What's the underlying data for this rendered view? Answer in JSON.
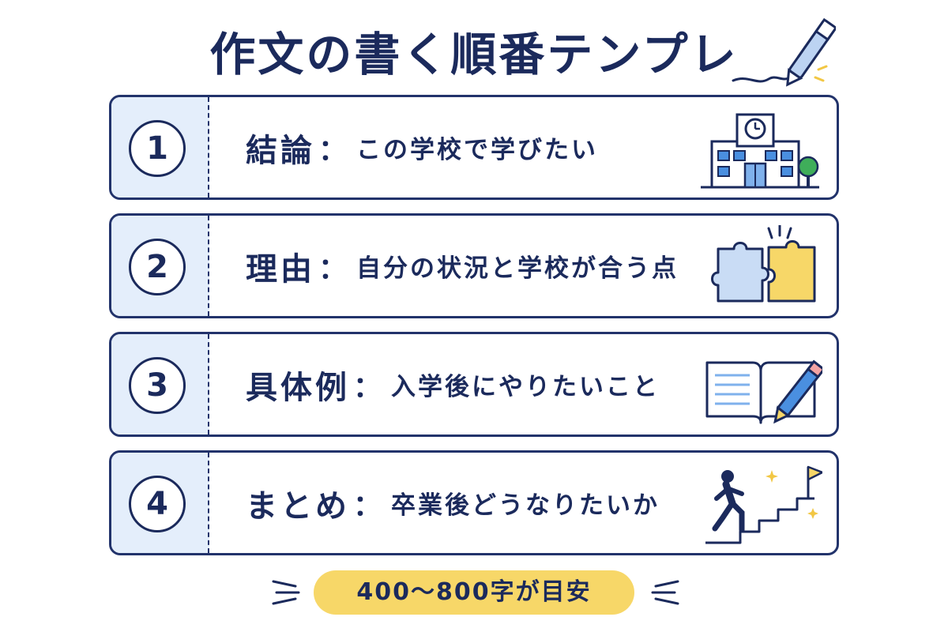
{
  "title": "作文の書く順番テンプレ",
  "steps": [
    {
      "number": "1",
      "head": "結論",
      "colon": "：",
      "desc": "この学校で学びたい",
      "icon": "school-building-icon"
    },
    {
      "number": "2",
      "head": "理由",
      "colon": "：",
      "desc": "自分の状況と学校が合う点",
      "icon": "puzzle-pieces-icon"
    },
    {
      "number": "3",
      "head": "具体例",
      "colon": "：",
      "desc": "入学後にやりたいこと",
      "icon": "notebook-pencil-icon"
    },
    {
      "number": "4",
      "head": "まとめ",
      "colon": "：",
      "desc": "卒業後どうなりたいか",
      "icon": "stairs-goal-flag-icon"
    }
  ],
  "footer": "400〜800字が目安",
  "colors": {
    "navy": "#1b2a5c",
    "light_blue": "#e4eefb",
    "yellow": "#f7d768"
  }
}
